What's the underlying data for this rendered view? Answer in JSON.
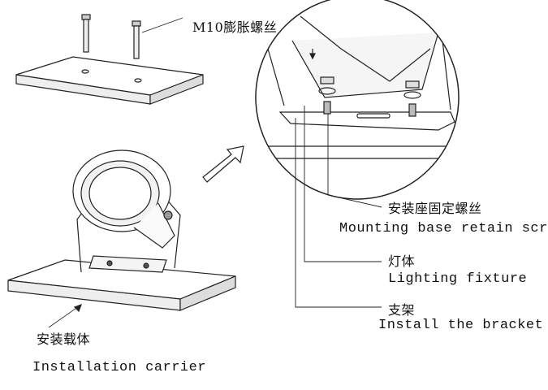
{
  "labels": {
    "anchor_bolt": "M10膨胀螺丝",
    "mount_screw_cn": "安装座固定螺丝",
    "mount_screw_en": "Mounting base retain screw",
    "fixture_cn": "灯体",
    "fixture_en": "Lighting fixture",
    "bracket_cn": "支架",
    "bracket_en": "Install the bracket",
    "carrier_cn": "安装载体",
    "carrier_en": "Installation carrier"
  }
}
